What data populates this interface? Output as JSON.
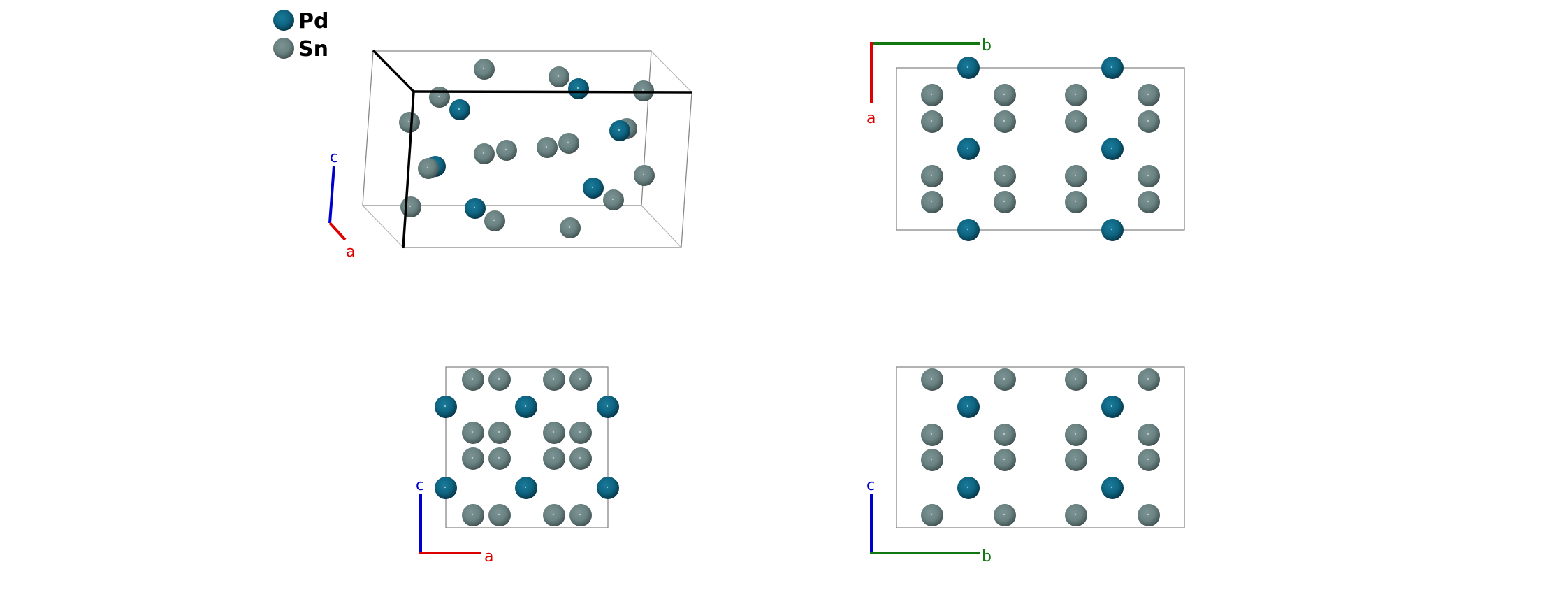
{
  "title": "PdSn crystal structure views",
  "legend": [
    {
      "element": "Pd",
      "label": "Pd",
      "color": "#0e6582"
    },
    {
      "element": "Sn",
      "label": "Sn",
      "color": "#6a8282"
    }
  ],
  "axis_colors": {
    "a": "#dd0000",
    "b": "#117711",
    "c": "#0000cc"
  },
  "panels": [
    {
      "id": "perspective",
      "view": "3D perspective",
      "axes": [
        "c",
        "a"
      ],
      "atoms": {
        "Pd": 7,
        "Sn": 17
      }
    },
    {
      "id": "view-along-c",
      "view": "projection a-b",
      "axes": [
        "b",
        "a"
      ],
      "atoms": {
        "Pd": 6,
        "Sn": 16
      }
    },
    {
      "id": "view-along-b",
      "view": "projection a-c",
      "axes": [
        "c",
        "a"
      ],
      "atoms": {
        "Pd": 6,
        "Sn": 16
      }
    },
    {
      "id": "view-along-a",
      "view": "projection b-c",
      "axes": [
        "c",
        "b"
      ],
      "atoms": {
        "Pd": 4,
        "Sn": 16
      }
    }
  ]
}
